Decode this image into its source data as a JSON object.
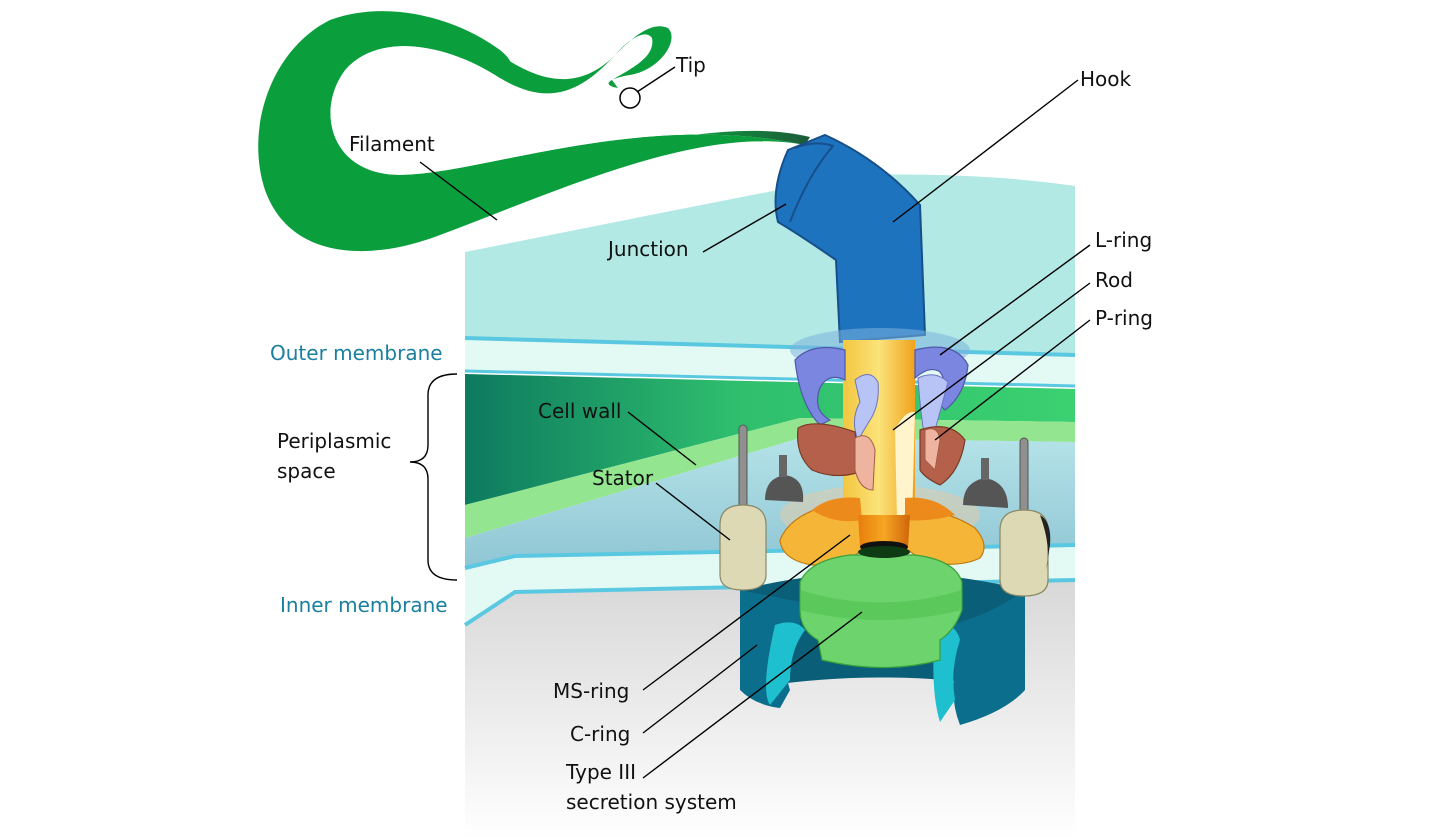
{
  "labels": {
    "tip": "Tip",
    "hook": "Hook",
    "filament": "Filament",
    "junction": "Junction",
    "l_ring": "L-ring",
    "rod": "Rod",
    "p_ring": "P-ring",
    "outer_membrane": "Outer membrane",
    "periplasmic_line1": "Periplasmic",
    "periplasmic_line2": "space",
    "cell_wall": "Cell wall",
    "stator": "Stator",
    "inner_membrane": "Inner membrane",
    "ms_ring": "MS-ring",
    "c_ring": "C-ring",
    "t3ss_line1": "Type III",
    "t3ss_line2": "secretion system"
  },
  "colors": {
    "filament": "#0a9e3c",
    "filament_tip": "#1e5a3a",
    "hook": "#1e73be",
    "extracellular": "#b2e9e4",
    "outer_membrane": "#e2f9f4",
    "membrane_edge": "#5bc8e2",
    "cell_wall_dark": "#0d7a5f",
    "cell_wall_light": "#93e68f",
    "membrane_label": "#1b7fa0",
    "cytoplasm": "#e4e4e4",
    "l_ring": "#7b86e0",
    "p_ring": "#b5604a",
    "rod": "#f5c33b",
    "stator": "#ddd9b4",
    "ms_ring": "#f5a623",
    "c_ring": "#0a6e8c",
    "t3ss": "#6dd36d"
  }
}
